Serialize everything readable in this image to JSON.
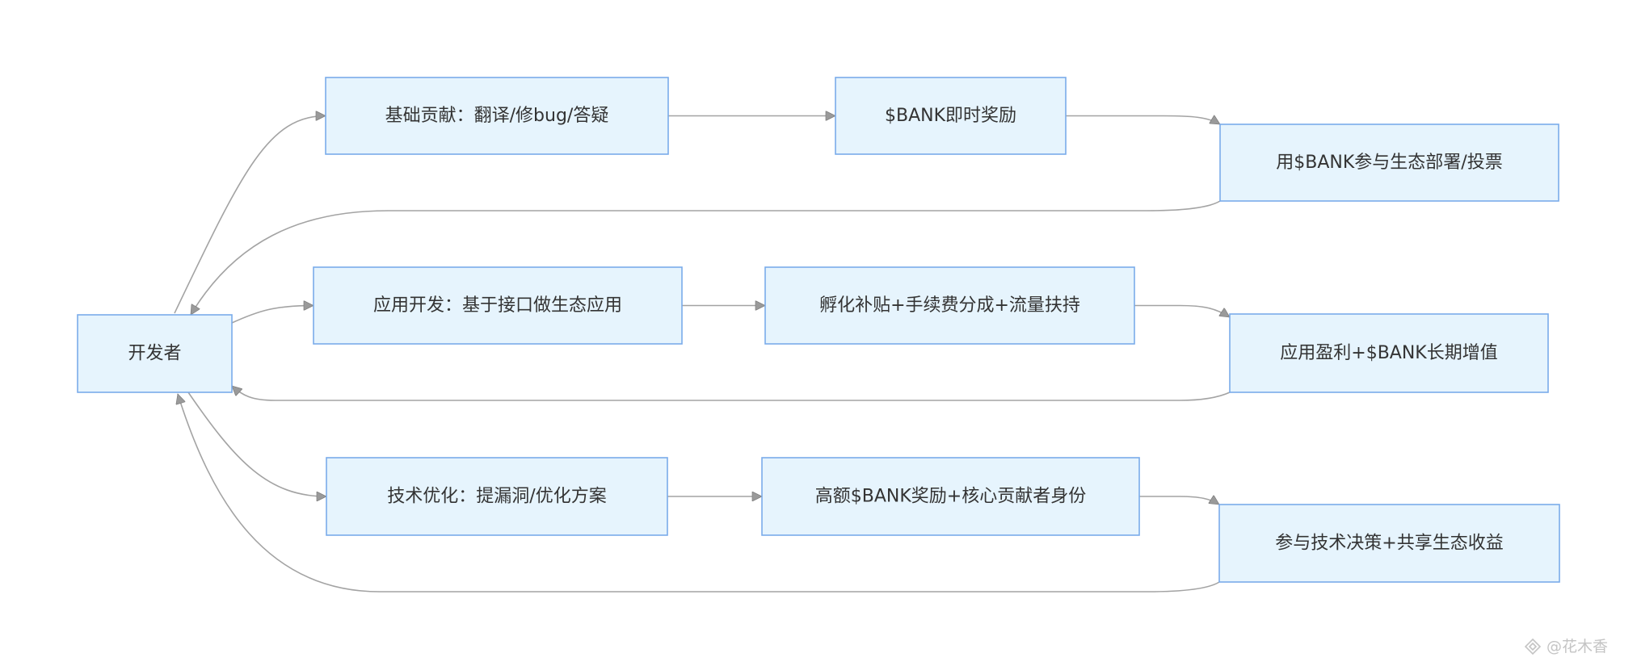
{
  "diagram": {
    "nodes": {
      "developer": "开发者",
      "basic_contribution": "基础贡献：翻译/修bug/答疑",
      "instant_reward": "$BANK即时奖励",
      "ecosystem_participation": "用$BANK参与生态部署/投票",
      "app_development": "应用开发：基于接口做生态应用",
      "incubation_support": "孵化补贴+手续费分成+流量扶持",
      "app_profit": "应用盈利+$BANK长期增值",
      "tech_optimization": "技术优化：提漏洞/优化方案",
      "high_reward": "高额$BANK奖励+核心贡献者身份",
      "tech_decision": "参与技术决策+共享生态收益"
    }
  },
  "watermark": {
    "text": "@花木香",
    "icon": "diamond-logo-icon"
  },
  "colors": {
    "node_fill": "#e6f4fd",
    "node_stroke": "#7aabea",
    "edge": "#a3a3a3",
    "text": "#333333",
    "watermark": "#c4c4c4"
  }
}
